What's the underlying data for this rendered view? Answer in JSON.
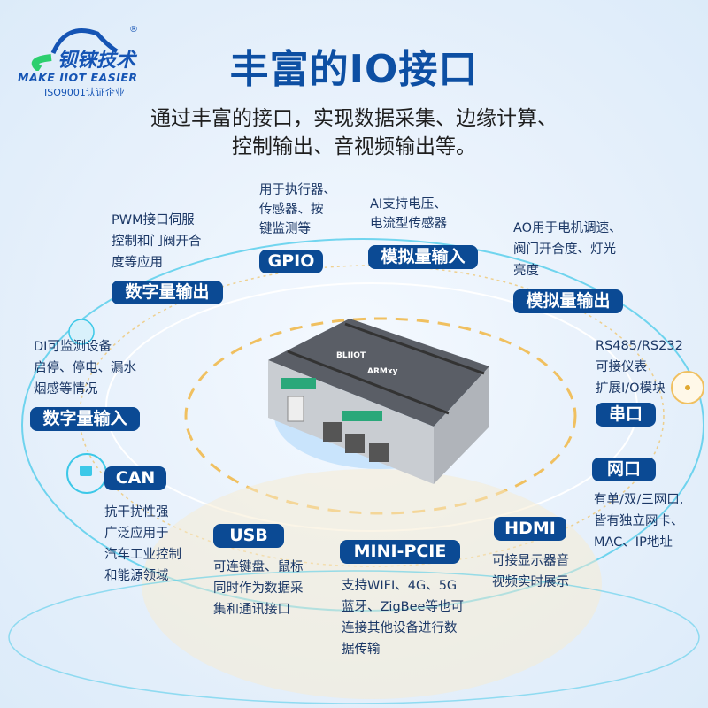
{
  "logo": {
    "cn": "钡铼技术",
    "tagline": "MAKE IIOT EASIER",
    "cert": "ISO9001认证企业",
    "registered": "®"
  },
  "header": {
    "title": "丰富的IO接口",
    "subtitle_lines": [
      "通过丰富的接口，实现数据采集、边缘计算、",
      "控制输出、音视频输出等。"
    ]
  },
  "device": {
    "brand": "BLIIOT",
    "model": "ARMxy"
  },
  "features": {
    "gpio": {
      "label": "GPIO",
      "desc": [
        "用于执行器、",
        "传感器、按",
        "键监测等"
      ]
    },
    "ai": {
      "label": "模拟量输入",
      "desc": [
        "AI支持电压、",
        "电流型传感器"
      ]
    },
    "do": {
      "label": "数字量输出",
      "desc": [
        "PWM接口伺服",
        "控制和门阀开合",
        "度等应用"
      ]
    },
    "ao": {
      "label": "模拟量输出",
      "desc": [
        "AO用于电机调速、",
        "阀门开合度、灯光",
        "亮度"
      ]
    },
    "di": {
      "label": "数字量输入",
      "desc": [
        "DI可监测设备",
        "启停、停电、漏水",
        "烟感等情况"
      ]
    },
    "serial": {
      "label": "串口",
      "desc": [
        "RS485/RS232",
        "可接仪表",
        "扩展I/O模块"
      ]
    },
    "can": {
      "label": "CAN",
      "desc": [
        "抗干扰性强",
        "广泛应用于",
        "汽车工业控制",
        "和能源领域"
      ]
    },
    "ethernet": {
      "label": "网口",
      "desc": [
        "有单/双/三网口,",
        "皆有独立网卡、",
        "MAC、IP地址"
      ]
    },
    "usb": {
      "label": "USB",
      "desc": [
        "可连键盘、鼠标",
        "同时作为数据采",
        "集和通讯接口"
      ]
    },
    "minipcie": {
      "label": "MINI-PCIE",
      "desc": [
        "支持WIFI、4G、5G",
        "蓝牙、ZigBee等也可",
        "连接其他设备进行数",
        "据传输"
      ]
    },
    "hdmi": {
      "label": "HDMI",
      "desc": [
        "可接显示器音",
        "视频实时展示"
      ]
    }
  },
  "colors": {
    "title": "#0d4fa3",
    "badge": "#0b4a94",
    "text": "#1c3866",
    "accent_ring": "#3cc8e8",
    "gold_ring": "#f0c060"
  }
}
